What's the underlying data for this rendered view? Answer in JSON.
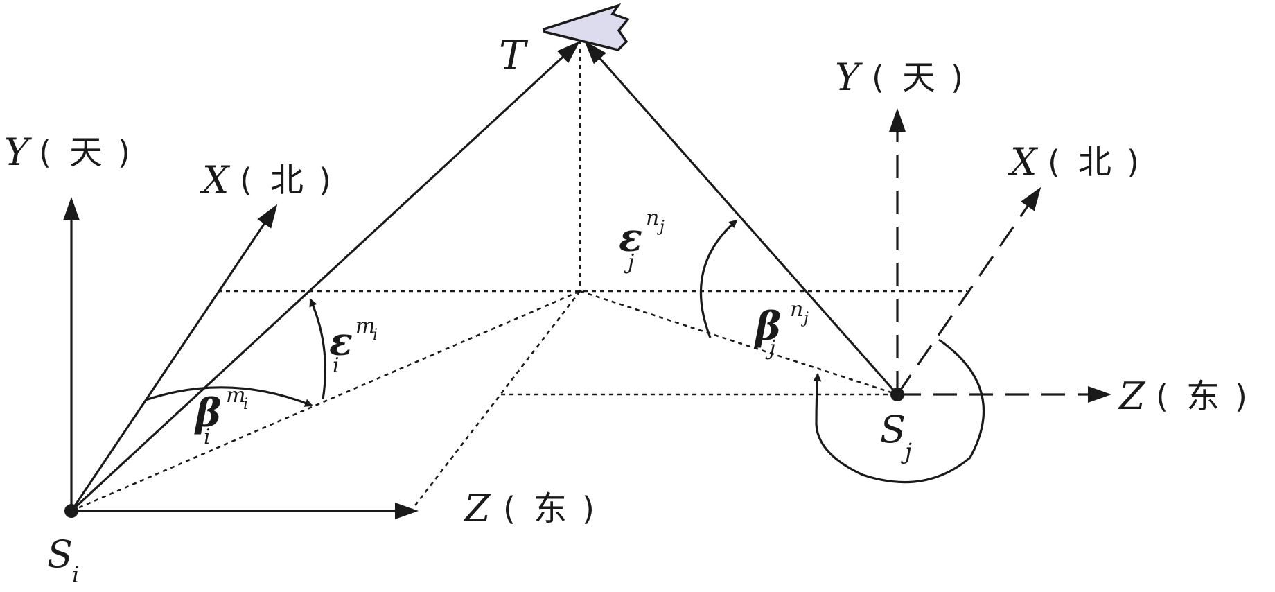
{
  "station_i": {
    "axes": {
      "y": {
        "letter": "Y",
        "paren_open": "(",
        "word": "天",
        "paren_close": ")"
      },
      "x": {
        "letter": "X",
        "paren_open": "(",
        "word": "北",
        "paren_close": ")"
      },
      "z": {
        "letter": "Z",
        "paren_open": "(",
        "word": "东",
        "paren_close": ")"
      }
    },
    "name": {
      "base": "S",
      "sub": "i"
    },
    "elevation": {
      "symbol": "ε",
      "sup": "m",
      "sup_sub": "i",
      "sub": "i"
    },
    "azimuth": {
      "symbol": "β",
      "sup": "m",
      "sup_sub": "i",
      "sub": "i"
    }
  },
  "station_j": {
    "axes": {
      "y": {
        "letter": "Y",
        "paren_open": "(",
        "word": "天",
        "paren_close": ")"
      },
      "x": {
        "letter": "X",
        "paren_open": "(",
        "word": "北",
        "paren_close": ")"
      },
      "z": {
        "letter": "Z",
        "paren_open": "(",
        "word": "东",
        "paren_close": ")"
      }
    },
    "name": {
      "base": "S",
      "sub": "j"
    },
    "elevation": {
      "symbol": "ε",
      "sup": "n",
      "sup_sub": "j",
      "sub": "j"
    },
    "azimuth": {
      "symbol": "β",
      "sup": "n",
      "sup_sub": "j",
      "sub": "j"
    }
  },
  "target": {
    "label": "T"
  },
  "colors": {
    "stroke": "#1a1a1a",
    "target_fill": "#dcdcee",
    "background": "#ffffff"
  }
}
